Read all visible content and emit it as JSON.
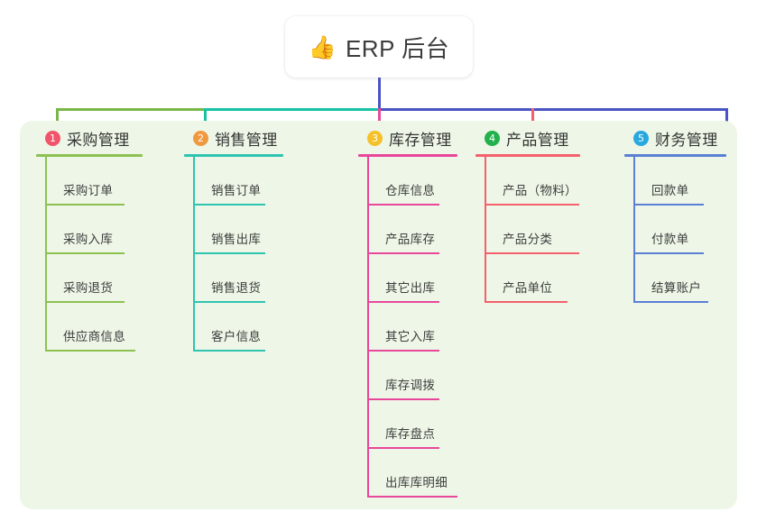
{
  "root": {
    "icon": "thumbs-up-icon",
    "emoji": "👍",
    "title": "ERP 后台"
  },
  "theme": {
    "panel_bg": "#eef7e7",
    "card_bg": "#ffffff",
    "text": "#3c3c3c",
    "bus_left": "#7ab648",
    "bus_mid": "#16c2a3",
    "bus_right": "#4a54c4"
  },
  "columns": [
    {
      "number": "1",
      "title": "采购管理",
      "badge_color": "#f2556b",
      "line_color": "#8cc152",
      "drop_color": "#7ab648",
      "items": [
        "采购订单",
        "采购入库",
        "采购退货",
        "供应商信息"
      ]
    },
    {
      "number": "2",
      "title": "销售管理",
      "badge_color": "#f0993f",
      "line_color": "#2ec4b0",
      "drop_color": "#16c2a3",
      "items": [
        "销售订单",
        "销售出库",
        "销售退货",
        "客户信息"
      ]
    },
    {
      "number": "3",
      "title": "库存管理",
      "badge_color": "#f5c02a",
      "line_color": "#e8479b",
      "drop_color": "#e8479b",
      "items": [
        "仓库信息",
        "产品库存",
        "其它出库",
        "其它入库",
        "库存调拨",
        "库存盘点",
        "出库库明细"
      ]
    },
    {
      "number": "4",
      "title": "产品管理",
      "badge_color": "#22b14c",
      "line_color": "#f4606c",
      "drop_color": "#f4606c",
      "items": [
        "产品（物料）",
        "产品分类",
        "产品单位"
      ]
    },
    {
      "number": "5",
      "title": "财务管理",
      "badge_color": "#29a8e0",
      "line_color": "#5b7fd4",
      "drop_color": "#4a54c4",
      "items": [
        "回款单",
        "付款单",
        "结算账户"
      ]
    }
  ]
}
